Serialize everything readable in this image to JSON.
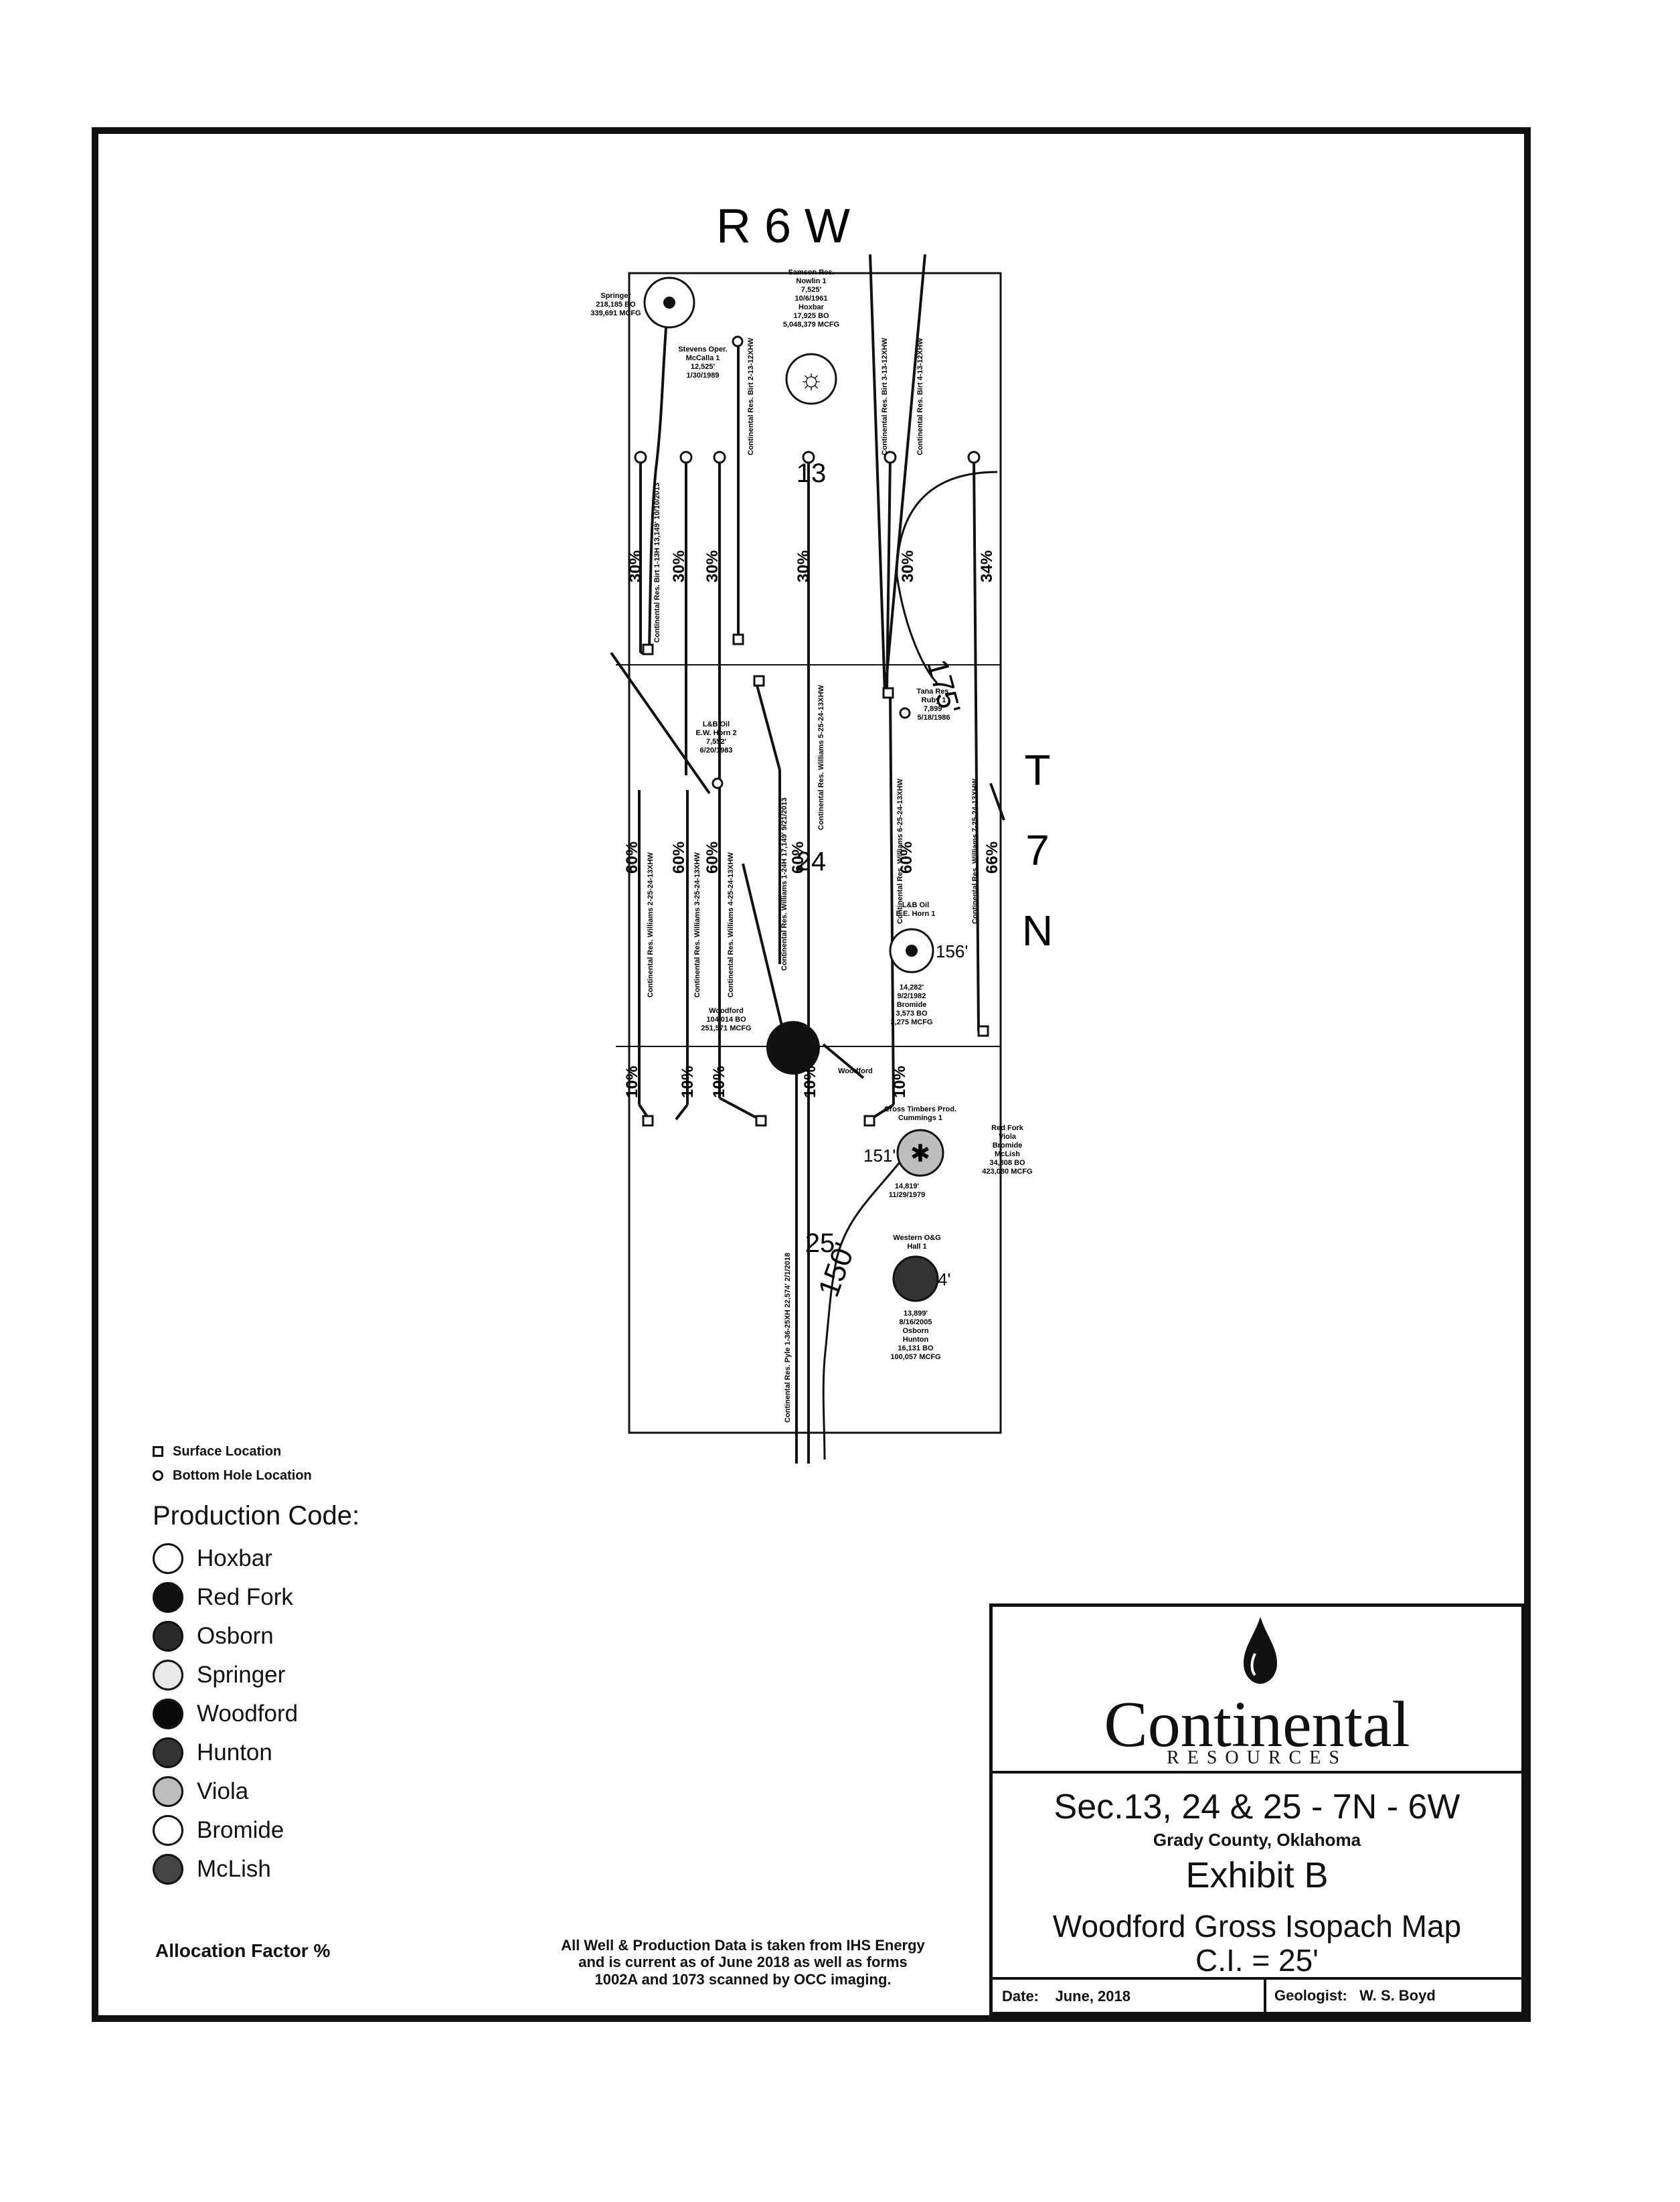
{
  "map": {
    "range_label": "R 6 W",
    "township_letters": [
      "T",
      "7",
      "N"
    ],
    "sections": {
      "s13": "13",
      "s24": "24",
      "s25": "25"
    },
    "contours": [
      "175'",
      "150'"
    ],
    "contour_points": [
      "156'",
      "151'",
      "154'"
    ],
    "allocation": [
      "30%",
      "30%",
      "30%",
      "30%",
      "30%",
      "34%",
      "60%",
      "60%",
      "60%",
      "60%",
      "60%",
      "66%",
      "10%",
      "10%",
      "10%",
      "10%",
      "10%"
    ],
    "wells": [
      {
        "lines": [
          "Springer",
          "218,185 BO",
          "339,691 MCFG"
        ]
      },
      {
        "lines": [
          "Stevens Oper.",
          "McCalla 1",
          "12,525'",
          "1/30/1989"
        ]
      },
      {
        "lines": [
          "Samson Res.",
          "Nowlin 1",
          "7,525'",
          "10/6/1961",
          "Hoxbar",
          "17,925 BO",
          "5,048,379 MCFG"
        ]
      },
      {
        "lines": [
          "L&B Oil",
          "E.W. Horn 2",
          "7,552'",
          "6/20/1983"
        ]
      },
      {
        "lines": [
          "Tana Res.",
          "Ruby 1",
          "7,899'",
          "5/18/1986"
        ]
      },
      {
        "lines": [
          "L&B Oil",
          "E.E. Horn 1"
        ]
      },
      {
        "lines": [
          "14,282'",
          "9/2/1982",
          "Bromide",
          "3,573 BO",
          "3,275 MCFG"
        ]
      },
      {
        "lines": [
          "Woodford",
          "104,014 BO",
          "251,571 MCFG"
        ]
      },
      {
        "lines": [
          "Woodford"
        ]
      },
      {
        "lines": [
          "Cross Timbers Prod.",
          "Cummings 1"
        ]
      },
      {
        "lines": [
          "Red Fork",
          "Viola",
          "Bromide",
          "McLish",
          "34,808 BO",
          "423,080 MCFG"
        ]
      },
      {
        "lines": [
          "14,819'",
          "11/29/1979"
        ]
      },
      {
        "lines": [
          "Western O&G",
          "Hall 1"
        ]
      },
      {
        "lines": [
          "13,899'",
          "8/16/2005",
          "Osborn",
          "Hunton",
          "16,131 BO",
          "100,057 MCFG"
        ]
      }
    ],
    "laterals": [
      "Continental Res. Birt 1-13H 13,149' 10/10/2013",
      "Continental Res. Birt 2-13-12XHW",
      "Continental Res. Birt 3-13-12XHW",
      "Continental Res. Birt 4-13-12XHW",
      "Continental Res. Williams 2-25-24-13XHW",
      "Continental Res. Williams 3-25-24-13XHW",
      "Continental Res. Williams 4-25-24-13XHW",
      "Continental Res. Williams 1-24H 17,149' 9/21/2013",
      "Continental Res. Williams 5-25-24-13XHW",
      "Continental Res. Williams 6-25-24-13XHW",
      "Continental Res. Williams 7-25-24-13XHW",
      "Continental Res. Pyle 1-36-25XH 22,574' 2/1/2018"
    ]
  },
  "legend": {
    "surface": "Surface Location",
    "bottom": "Bottom Hole Location",
    "production_title": "Production Code:",
    "codes": [
      {
        "name": "Hoxbar",
        "color": "#ffffff"
      },
      {
        "name": "Red Fork",
        "color": "#111111"
      },
      {
        "name": "Osborn",
        "color": "#2a2a2a"
      },
      {
        "name": "Springer",
        "color": "#e8e8e8"
      },
      {
        "name": "Woodford",
        "color": "#0a0a0a"
      },
      {
        "name": "Hunton",
        "color": "#333333"
      },
      {
        "name": "Viola",
        "color": "#bdbdbd"
      },
      {
        "name": "Bromide",
        "color": "#ffffff"
      },
      {
        "name": "McLish",
        "color": "#444444"
      }
    ],
    "allocation": "Allocation Factor %"
  },
  "footnote": "All Well & Production Data is taken from IHS Energy and is current as of June 2018 as well as forms 1002A and 1073 scanned by OCC imaging.",
  "title_block": {
    "company": "Continental",
    "company_sub": "RESOURCES",
    "sections": "Sec.13, 24 & 25 - 7N - 6W",
    "county": "Grady County, Oklahoma",
    "exhibit": "Exhibit B",
    "map_title": "Woodford Gross Isopach Map",
    "ci": "C.I. = 25'",
    "date_label": "Date:",
    "date": "June, 2018",
    "geologist_label": "Geologist:",
    "geologist": "W. S. Boyd"
  },
  "colors": {
    "ink": "#111111",
    "paper": "#ffffff"
  }
}
